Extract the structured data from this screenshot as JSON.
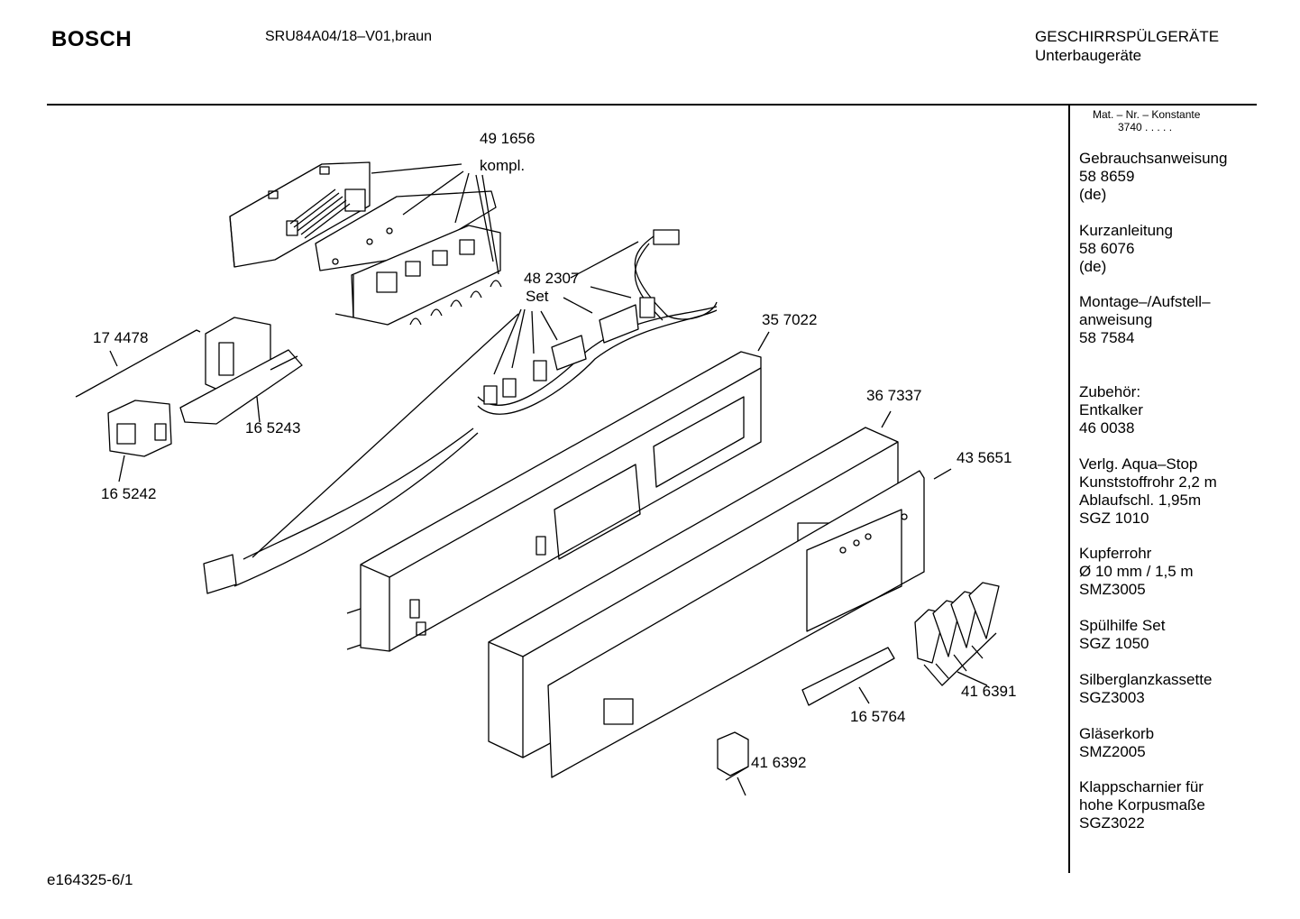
{
  "header": {
    "brand": "BOSCH",
    "model": "SRU84A04/18–V01,braun",
    "category_title": "GESCHIRRSPÜLGERÄTE",
    "category_sub": "Unterbaugeräte"
  },
  "sidebar": {
    "konst_label": "Mat. – Nr. – Konstante",
    "konst_value": "3740  .  .  .  .  .",
    "groups": [
      {
        "lines": [
          "Gebrauchsanweisung",
          "58 8659",
          "(de)"
        ]
      },
      {
        "lines": [
          "Kurzanleitung",
          "58 6076",
          "(de)"
        ]
      },
      {
        "lines": [
          "Montage–/Aufstell–",
          "anweisung",
          "58 7584"
        ]
      },
      {
        "lines": [
          "Zubehör:",
          "Entkalker",
          "46 0038"
        ]
      },
      {
        "lines": [
          "Verlg. Aqua–Stop",
          "Kunststoffrohr 2,2 m",
          "Ablaufschl. 1,95m",
          "SGZ 1010"
        ]
      },
      {
        "lines": [
          "Kupferrohr",
          "Ø 10 mm / 1,5 m",
          "SMZ3005"
        ]
      },
      {
        "lines": [
          "Spülhilfe Set",
          "SGZ 1050"
        ]
      },
      {
        "lines": [
          "Silberglanzkassette",
          "SGZ3003"
        ]
      },
      {
        "lines": [
          "Gläserkorb",
          "SMZ2005"
        ]
      },
      {
        "lines": [
          "Klappscharnier für",
          "hohe Korpusmaße",
          "SGZ3022"
        ]
      }
    ]
  },
  "parts": {
    "p491656": "49 1656",
    "p491656_note": "kompl.",
    "p482307": "48 2307",
    "p482307_note": "Set",
    "p174478": "17 4478",
    "p165243": "16 5243",
    "p165242": "16 5242",
    "p357022": "35 7022",
    "p367337": "36 7337",
    "p435651": "43 5651",
    "p416391": "41 6391",
    "p165764": "16 5764",
    "p416392": "41 6392"
  },
  "footer": {
    "drawing_id": "e164325-6/1"
  }
}
